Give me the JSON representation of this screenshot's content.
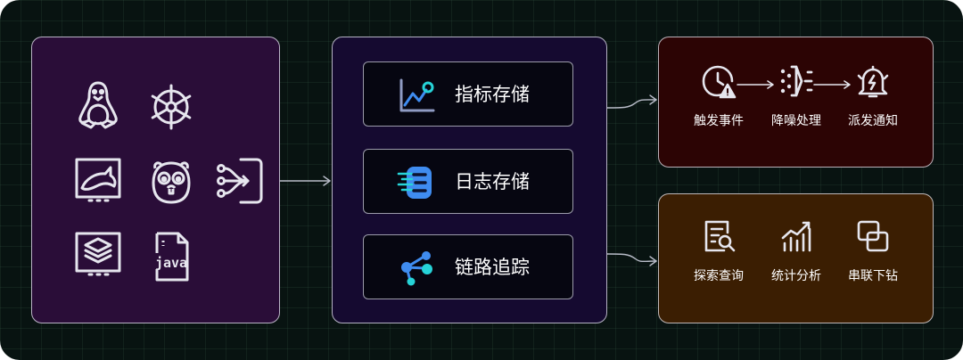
{
  "sources": {
    "icons": [
      "linux-tux-icon",
      "kubernetes-wheel-icon",
      "dolphin-database-icon",
      "go-gopher-icon",
      "data-flow-icon",
      "stack-layers-icon",
      "java-file-icon"
    ],
    "java_icon_text": "java"
  },
  "storage": {
    "items": [
      {
        "label": "指标存储",
        "icon": "metrics-chart-icon"
      },
      {
        "label": "日志存储",
        "icon": "log-document-icon"
      },
      {
        "label": "链路追踪",
        "icon": "trace-nodes-icon"
      }
    ]
  },
  "alerting": {
    "steps": [
      {
        "label": "触发事件",
        "icon": "clock-alert-icon"
      },
      {
        "label": "降噪处理",
        "icon": "noise-reduction-icon"
      },
      {
        "label": "派发通知",
        "icon": "bell-notify-icon"
      }
    ]
  },
  "analysis": {
    "items": [
      {
        "label": "探索查询",
        "icon": "search-document-icon"
      },
      {
        "label": "统计分析",
        "icon": "bar-trend-icon"
      },
      {
        "label": "串联下钻",
        "icon": "linked-squares-icon"
      }
    ]
  },
  "colors": {
    "sources_panel": "#2a0d38",
    "storage_panel": "#150a30",
    "alert_panel": "#2c0404",
    "analysis_panel": "#3b1e02",
    "accent_blue": "#3f8cf0",
    "accent_teal": "#26d3d8"
  }
}
